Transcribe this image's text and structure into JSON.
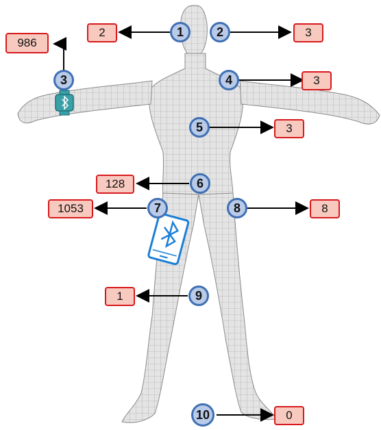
{
  "markers": [
    {
      "id": "m1",
      "label": "1"
    },
    {
      "id": "m2",
      "label": "2"
    },
    {
      "id": "m3",
      "label": "3"
    },
    {
      "id": "m4",
      "label": "4"
    },
    {
      "id": "m5",
      "label": "5"
    },
    {
      "id": "m6",
      "label": "6"
    },
    {
      "id": "m7",
      "label": "7"
    },
    {
      "id": "m8",
      "label": "8"
    },
    {
      "id": "m9",
      "label": "9"
    },
    {
      "id": "m10",
      "label": "10"
    }
  ],
  "values": [
    {
      "marker": "1",
      "value": "2"
    },
    {
      "marker": "2",
      "value": "3"
    },
    {
      "marker": "3",
      "value": "986"
    },
    {
      "marker": "4",
      "value": "3"
    },
    {
      "marker": "5",
      "value": "3"
    },
    {
      "marker": "6",
      "value": "128"
    },
    {
      "marker": "7",
      "value": "1053"
    },
    {
      "marker": "8",
      "value": "8"
    },
    {
      "marker": "9",
      "value": "1"
    },
    {
      "marker": "10",
      "value": "0"
    }
  ],
  "devices": {
    "wrist": {
      "icon": "bluetooth-smartwatch-icon",
      "color": "#3aa0a8"
    },
    "hip": {
      "icon": "bluetooth-phone-icon",
      "color": "#1a7fd6"
    }
  },
  "colors": {
    "badge_border": "#d8181c",
    "badge_fill": "#f8c9bf",
    "marker_border": "#3f6fb3",
    "marker_fill": "#b9cbe8",
    "body_mesh": "#b8b8b8"
  }
}
